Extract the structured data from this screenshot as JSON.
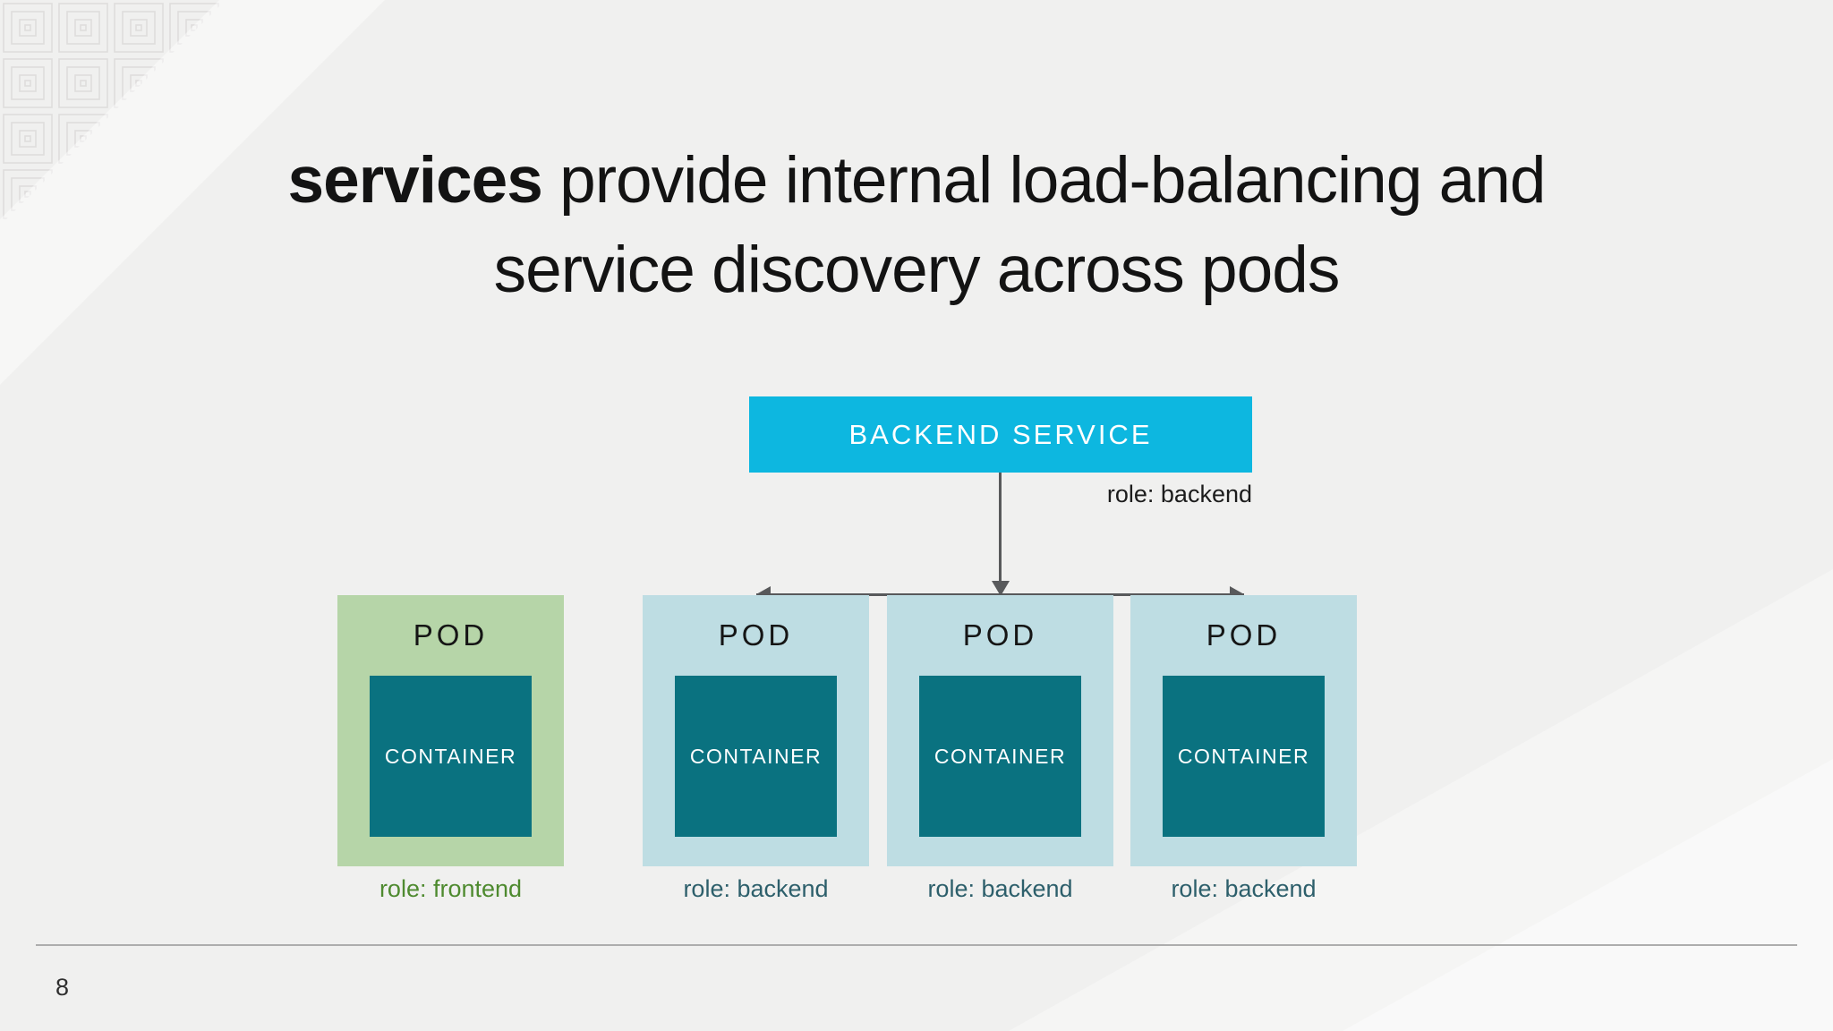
{
  "slide": {
    "title": {
      "line1_emphasis": "services",
      "line1_rest": " provide internal load-balancing and",
      "line2": "service discovery across pods"
    },
    "page_number": "8"
  },
  "diagram": {
    "service": {
      "label": "BACKEND SERVICE",
      "role_label": "role: backend"
    },
    "pods": [
      {
        "label": "POD",
        "container_label": "CONTAINER",
        "role": "role: frontend",
        "variant": "frontend"
      },
      {
        "label": "POD",
        "container_label": "CONTAINER",
        "role": "role: backend",
        "variant": "backend"
      },
      {
        "label": "POD",
        "container_label": "CONTAINER",
        "role": "role: backend",
        "variant": "backend"
      },
      {
        "label": "POD",
        "container_label": "CONTAINER",
        "role": "role: backend",
        "variant": "backend"
      }
    ],
    "colors": {
      "service_fill": "#0db7e0",
      "pod_frontend_fill": "#b6d5a8",
      "pod_backend_fill": "#bedde3",
      "container_fill": "#0a7280",
      "role_frontend_text": "#4e8a2f",
      "role_backend_text": "#2d5f6b",
      "service_role_text": "#1c1c1c",
      "connector": "#58595b",
      "background": "#f0f0ef"
    }
  }
}
